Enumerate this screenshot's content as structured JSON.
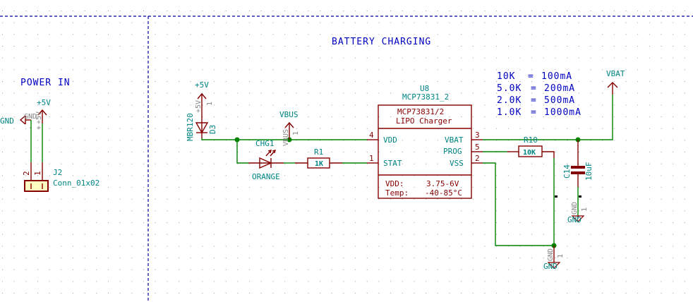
{
  "sections": {
    "power_in": "POWER IN",
    "battery_charging": "BATTERY CHARGING"
  },
  "notes": {
    "prog_table": [
      {
        "res": "10K",
        "eq": "=",
        "current": "100mA"
      },
      {
        "res": "5.0K",
        "eq": "=",
        "current": "200mA"
      },
      {
        "res": "2.0K",
        "eq": "=",
        "current": "500mA"
      },
      {
        "res": "1.0K",
        "eq": "=",
        "current": "1000mA"
      }
    ]
  },
  "power_in": {
    "plus5v_label": "+5V",
    "gnd_label": "GND",
    "gnd_pwr_ref": "GND",
    "pwr_ref": "+5V",
    "j2": {
      "ref": "J2",
      "value": "Conn_01x02",
      "pin1": "1",
      "pin2": "2"
    }
  },
  "charging": {
    "plus5v_label": "+5V",
    "plus5v_ref": "+5V",
    "d3": {
      "ref": "D3",
      "value": "MBR120"
    },
    "vbus_label": "VBUS",
    "vbus_ref": "VBUS",
    "chg1": {
      "ref": "CHG1",
      "value": "ORANGE"
    },
    "r1": {
      "ref": "R1",
      "value": "1K"
    },
    "u8": {
      "ref": "U8",
      "value": "MCP73831_2",
      "title1": "MCP73831/2",
      "title2": "LIPO Charger",
      "pins_left": [
        {
          "num": "4",
          "name": "VDD"
        },
        {
          "num": "1",
          "name": "STAT"
        }
      ],
      "pins_right": [
        {
          "num": "3",
          "name": "VBAT"
        },
        {
          "num": "5",
          "name": "PROG"
        },
        {
          "num": "2",
          "name": "VSS"
        }
      ],
      "spec_vdd_label": "VDD:",
      "spec_vdd_value": "3.75-6V",
      "spec_temp_label": "Temp:",
      "spec_temp_value": "-40-85°C"
    },
    "r10": {
      "ref": "R10",
      "value": "10K"
    },
    "c14": {
      "ref": "C14",
      "value": "10uF"
    },
    "vbat_label": "VBAT",
    "gnd1_label": "GND",
    "gnd2_label": "GND",
    "gnd_ref": "GND",
    "pin_one": "1"
  }
}
